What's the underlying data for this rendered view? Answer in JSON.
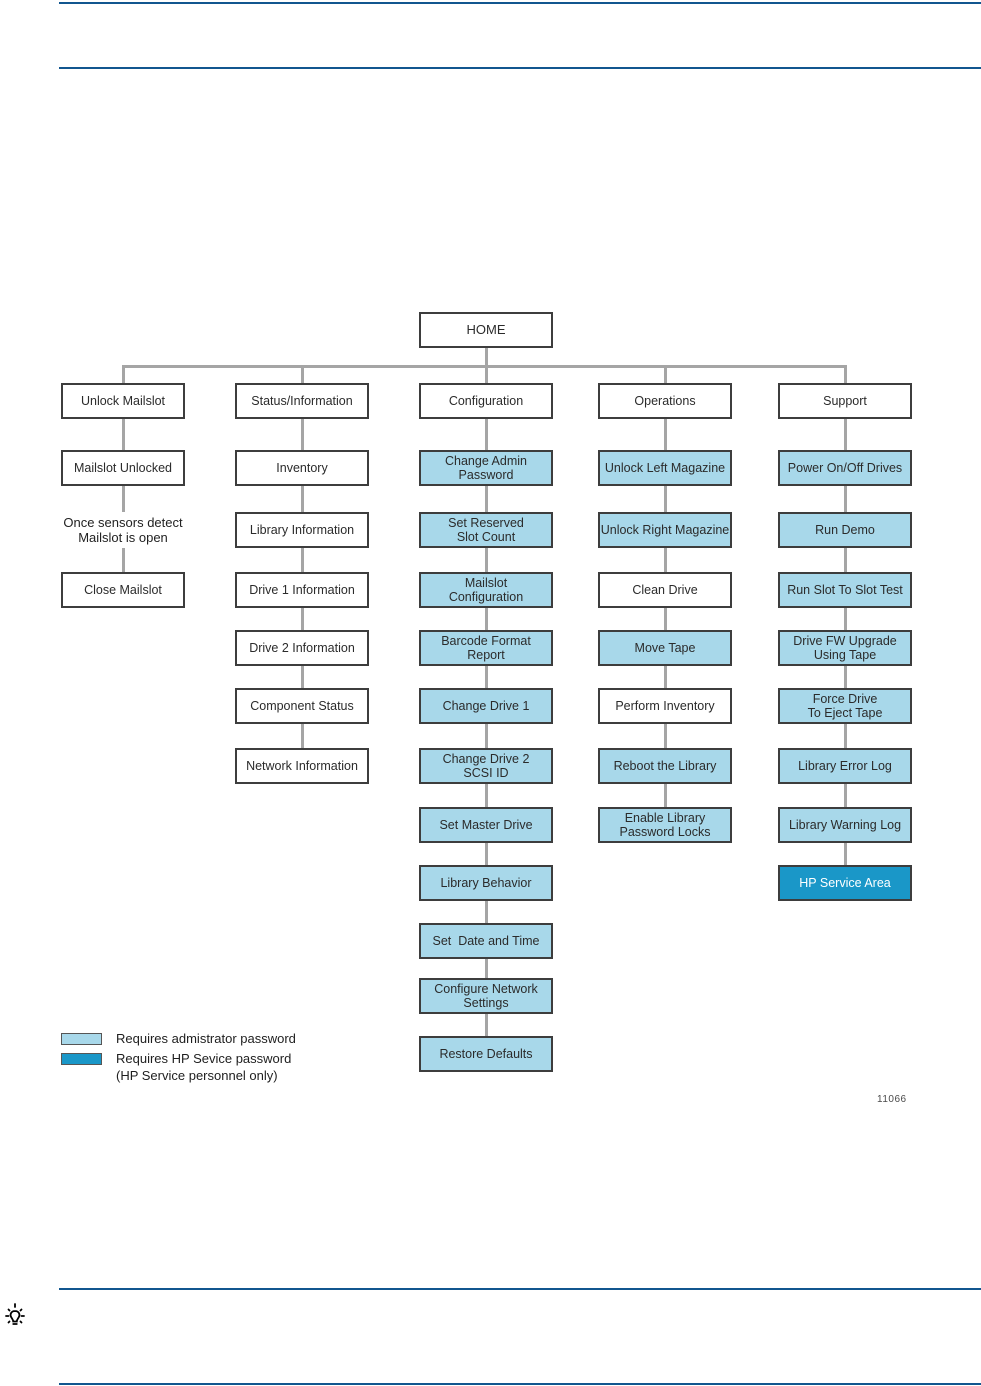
{
  "colors": {
    "box_admin_fill": "#a8d8ea",
    "box_service_fill": "#1a97c8",
    "box_plain_fill": "#ffffff",
    "box_border": "#3d3d3d",
    "connector": "#a5a5a5",
    "page_rule": "#11568f"
  },
  "figure_number": "11066",
  "tree": {
    "root_label": "HOME",
    "columns": [
      {
        "header": "Unlock Mailslot",
        "items": [
          {
            "lines": [
              "Mailslot Unlocked"
            ],
            "style": "plain",
            "row": 1
          },
          {
            "lines": [
              "Once sensors detect",
              "Mailslot is open"
            ],
            "style": "note",
            "row": 2
          },
          {
            "lines": [
              "Close Mailslot"
            ],
            "style": "plain",
            "row": 3
          }
        ]
      },
      {
        "header": "Status/Information",
        "items": [
          {
            "lines": [
              "Inventory"
            ],
            "style": "plain",
            "row": 1
          },
          {
            "lines": [
              "Library Information"
            ],
            "style": "plain",
            "row": 2
          },
          {
            "lines": [
              "Drive 1 Information"
            ],
            "style": "plain",
            "row": 3
          },
          {
            "lines": [
              "Drive 2 Information"
            ],
            "style": "plain",
            "row": 4
          },
          {
            "lines": [
              "Component Status"
            ],
            "style": "plain",
            "row": 5
          },
          {
            "lines": [
              "Network Information"
            ],
            "style": "plain",
            "row": 6
          }
        ]
      },
      {
        "header": "Configuration",
        "items": [
          {
            "lines": [
              "Change Admin",
              "Password"
            ],
            "style": "admin",
            "row": 1
          },
          {
            "lines": [
              "Set Reserved",
              "Slot Count"
            ],
            "style": "admin",
            "row": 2
          },
          {
            "lines": [
              "Mailslot",
              "Configuration"
            ],
            "style": "admin",
            "row": 3
          },
          {
            "lines": [
              "Barcode Format",
              "Report"
            ],
            "style": "admin",
            "row": 4
          },
          {
            "lines": [
              "Change Drive 1"
            ],
            "style": "admin",
            "row": 5
          },
          {
            "lines": [
              "Change Drive 2",
              "SCSI ID"
            ],
            "style": "admin",
            "row": 6
          },
          {
            "lines": [
              "Set Master Drive"
            ],
            "style": "admin",
            "row": 7
          },
          {
            "lines": [
              "Library Behavior"
            ],
            "style": "admin",
            "row": 8
          },
          {
            "lines": [
              "Set  Date and Time"
            ],
            "style": "admin",
            "row": 9
          },
          {
            "lines": [
              "Configure Network",
              "Settings"
            ],
            "style": "admin",
            "row": 10
          },
          {
            "lines": [
              "Restore Defaults"
            ],
            "style": "admin",
            "row": 11
          }
        ]
      },
      {
        "header": "Operations",
        "items": [
          {
            "lines": [
              "Unlock Left Magazine"
            ],
            "style": "admin",
            "row": 1
          },
          {
            "lines": [
              "Unlock Right Magazine"
            ],
            "style": "admin",
            "row": 2
          },
          {
            "lines": [
              "Clean Drive"
            ],
            "style": "plain",
            "row": 3
          },
          {
            "lines": [
              "Move Tape"
            ],
            "style": "admin",
            "row": 4
          },
          {
            "lines": [
              "Perform Inventory"
            ],
            "style": "plain",
            "row": 5
          },
          {
            "lines": [
              "Reboot the Library"
            ],
            "style": "admin",
            "row": 6
          },
          {
            "lines": [
              "Enable Library",
              "Password Locks"
            ],
            "style": "admin",
            "row": 7
          }
        ]
      },
      {
        "header": "Support",
        "items": [
          {
            "lines": [
              "Power On/Off Drives"
            ],
            "style": "admin",
            "row": 1
          },
          {
            "lines": [
              "Run Demo"
            ],
            "style": "admin",
            "row": 2
          },
          {
            "lines": [
              "Run Slot To Slot Test"
            ],
            "style": "admin",
            "row": 3
          },
          {
            "lines": [
              "Drive FW Upgrade",
              "Using Tape"
            ],
            "style": "admin",
            "row": 4
          },
          {
            "lines": [
              "Force Drive",
              "To Eject Tape"
            ],
            "style": "admin",
            "row": 5
          },
          {
            "lines": [
              "Library Error Log"
            ],
            "style": "admin",
            "row": 6
          },
          {
            "lines": [
              "Library Warning Log"
            ],
            "style": "admin",
            "row": 7
          },
          {
            "lines": [
              "HP Service Area"
            ],
            "style": "service",
            "row": 8
          }
        ]
      }
    ]
  },
  "legend": {
    "admin_label": "Requires admistrator password",
    "service_label_line1": "Requires HP Sevice password",
    "service_label_line2": "(HP Service personnel only)"
  }
}
